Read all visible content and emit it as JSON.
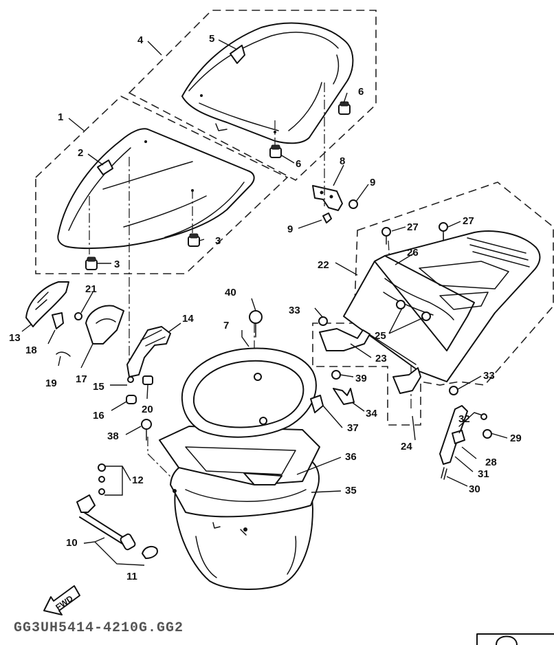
{
  "diagram": {
    "fwd_label": "FWD",
    "drawing_code": "GG3UH5414-4210G.GG2",
    "callouts": {
      "c1": "1",
      "c2": "2",
      "c3a": "3",
      "c3b": "3",
      "c4": "4",
      "c5": "5",
      "c6a": "6",
      "c6b": "6",
      "c7": "7",
      "c8": "8",
      "c9a": "9",
      "c9b": "9",
      "c10": "10",
      "c11": "11",
      "c12": "12",
      "c13": "13",
      "c14": "14",
      "c15": "15",
      "c16": "16",
      "c17": "17",
      "c18": "18",
      "c19": "19",
      "c20": "20",
      "c21": "21",
      "c22": "22",
      "c23": "23",
      "c24": "24",
      "c25": "25",
      "c26": "26",
      "c27a": "27",
      "c27b": "27",
      "c28": "28",
      "c29": "29",
      "c30": "30",
      "c31": "31",
      "c32": "32",
      "c33a": "33",
      "c33b": "33",
      "c34": "34",
      "c35": "35",
      "c36": "36",
      "c37": "37",
      "c38": "38",
      "c39": "39",
      "c40": "40"
    }
  }
}
